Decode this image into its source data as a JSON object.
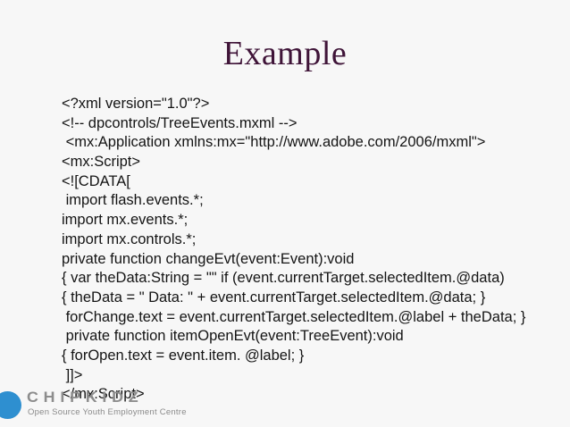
{
  "slide": {
    "title": "Example",
    "background_color": "#f7f7f7",
    "title_color": "#3f1438",
    "code_color": "#141414",
    "code_lines": [
      "<?xml version=\"1.0\"?>",
      "<!-- dpcontrols/TreeEvents.mxml -->",
      " <mx:Application xmlns:mx=\"http://www.adobe.com/2006/mxml\">",
      "<mx:Script>",
      "<![CDATA[",
      " import flash.events.*;",
      "import mx.events.*;",
      "import mx.controls.*;",
      "private function changeEvt(event:Event):void",
      "{ var theData:String = \"\" if (event.currentTarget.selectedItem.@data)",
      "{ theData = \" Data: \" + event.currentTarget.selectedItem.@data; }",
      " forChange.text = event.currentTarget.selectedItem.@label + theData; }",
      " private function itemOpenEvt(event:TreeEvent):void",
      "{ forOpen.text = event.item. @label; }",
      " ]]>",
      "</mx:Script>"
    ]
  },
  "footer": {
    "logo": {
      "wordmark": "CHIPKIDZ",
      "tagline": "Open Source Youth Employment Centre",
      "dot_color": "#2e8fd0",
      "text_color": "#8d8d8d"
    }
  }
}
